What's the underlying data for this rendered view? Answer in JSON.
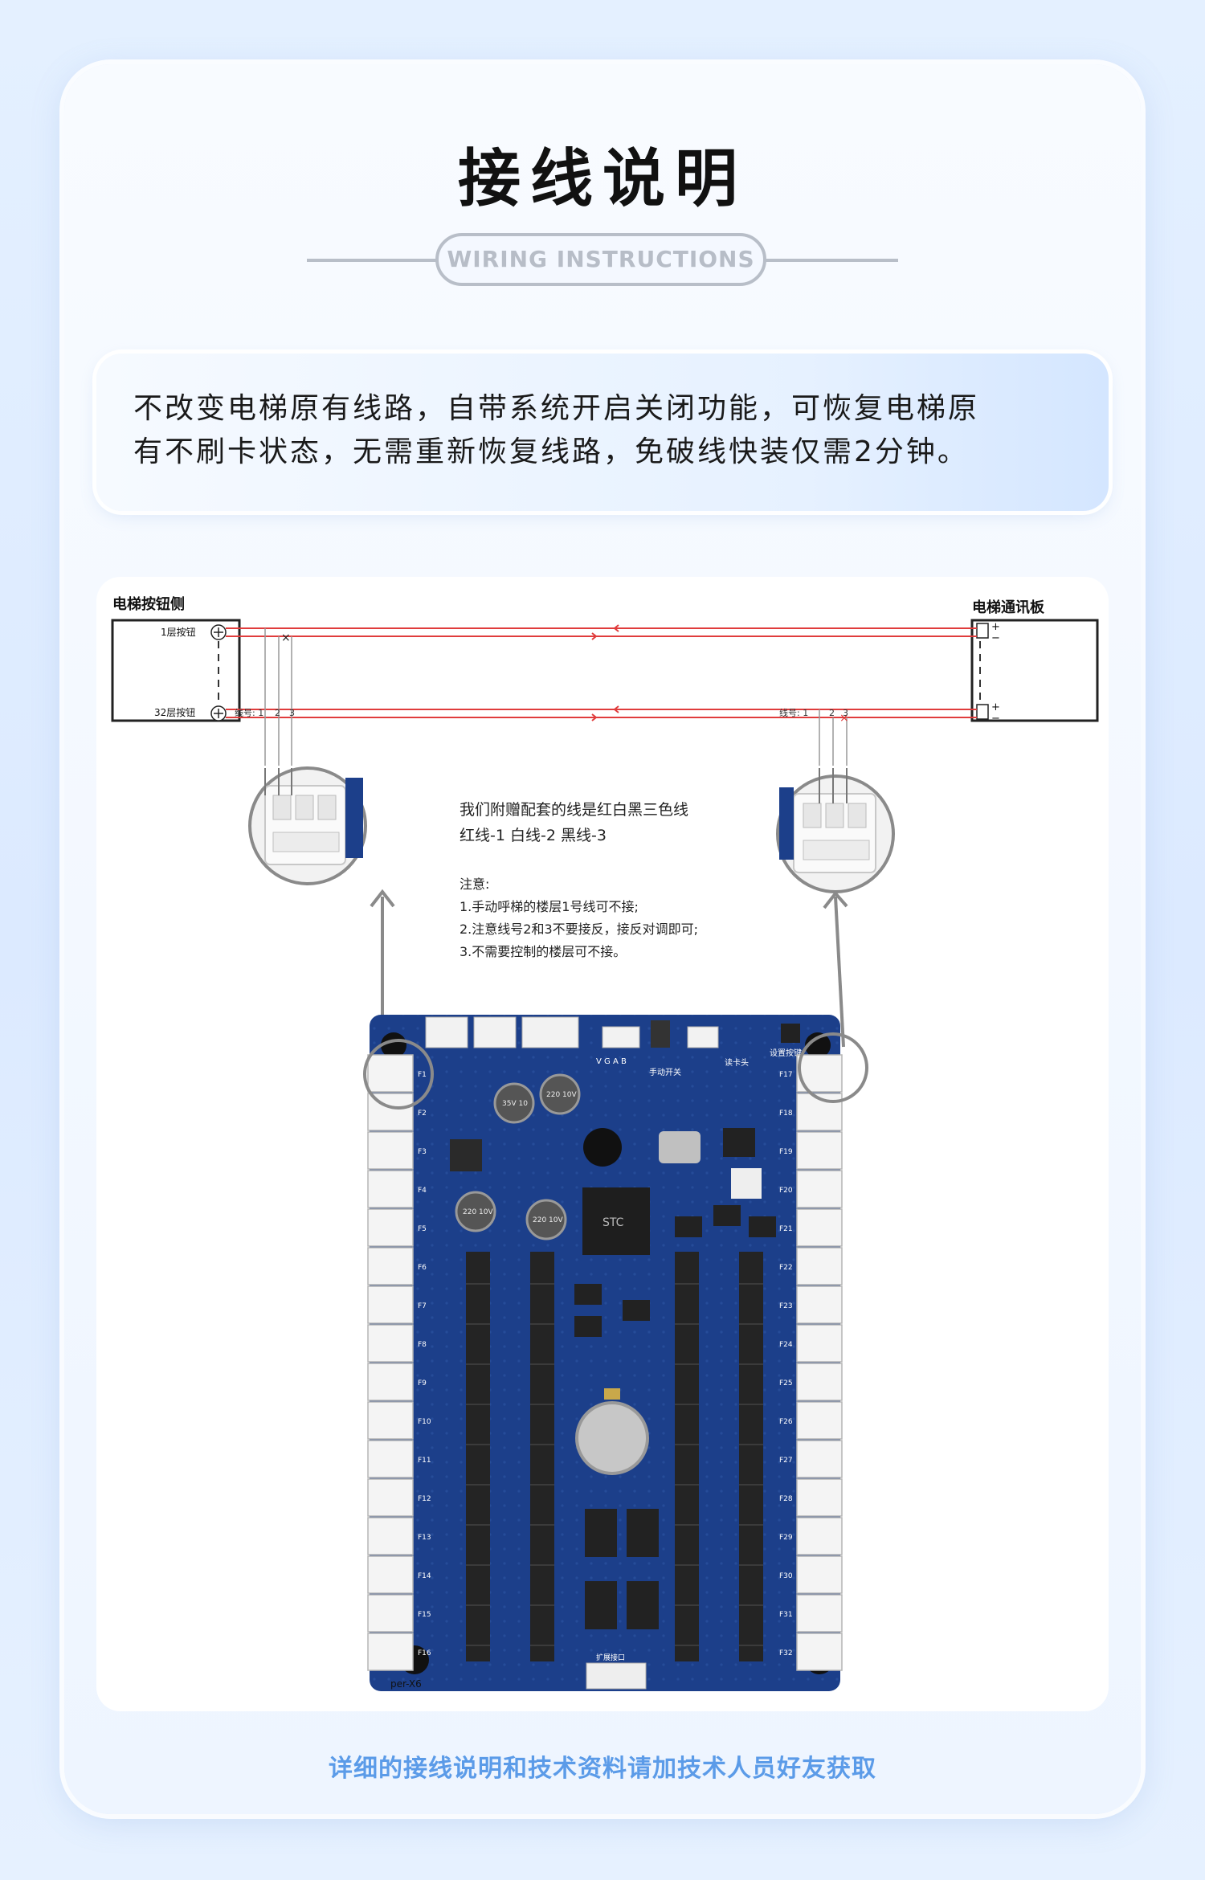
{
  "header": {
    "title": "接线说明",
    "subtitle": "WIRING INSTRUCTIONS"
  },
  "description": {
    "line1": "不改变电梯原有线路，自带系统开启关闭功能，可恢复电梯原",
    "line2": "有不刷卡状态，无需重新恢复线路，免破线快装仅需2分钟。"
  },
  "diagram": {
    "left_panel_title": "电梯按钮侧",
    "right_panel_title": "电梯通讯板",
    "button_top": "1层按钮",
    "button_bottom": "32层按钮",
    "wire_no_left": "线号: 1",
    "wire_no_right": "线号: 1",
    "wire_2": "2",
    "wire_3": "3",
    "plus": "+",
    "minus": "−",
    "note_line1": "我们附赠配套的线是红白黑三色线",
    "note_line2": "红线-1  白线-2   黑线-3",
    "note_title": "注意:",
    "note_1": "1.手动呼梯的楼层1号线可不接;",
    "note_2": "2.注意线号2和3不要接反，接反对调即可;",
    "note_3": "3.不需要控制的楼层可不接。",
    "board_labels": {
      "vgab": "V G A B",
      "manual_switch": "手动开关",
      "reader": "读卡头",
      "setting_button": "设置按键",
      "cap1": "35V 10",
      "cap2": "220 10V",
      "cap3": "220 10V",
      "cap4": "220 10V",
      "chip": "STC",
      "left_floors": [
        "F1",
        "F2",
        "F3",
        "F4",
        "F5",
        "F6",
        "F7",
        "F8",
        "F9",
        "F10",
        "F11",
        "F12",
        "F13",
        "F14",
        "F15",
        "F16"
      ],
      "right_floors": [
        "F17",
        "F18",
        "F19",
        "F20",
        "F21",
        "F22",
        "F23",
        "F24",
        "F25",
        "F26",
        "F27",
        "F28",
        "F29",
        "F30",
        "F31",
        "F32"
      ],
      "model": "per-X6",
      "bottom_connector": "扩展接口"
    }
  },
  "footer": {
    "text": "详细的接线说明和技术资料请加技术人员好友获取"
  },
  "colors": {
    "footer_text": "#5b9be8",
    "wire_red": "#e03c3c",
    "board_blue": "#1c3f8a"
  }
}
